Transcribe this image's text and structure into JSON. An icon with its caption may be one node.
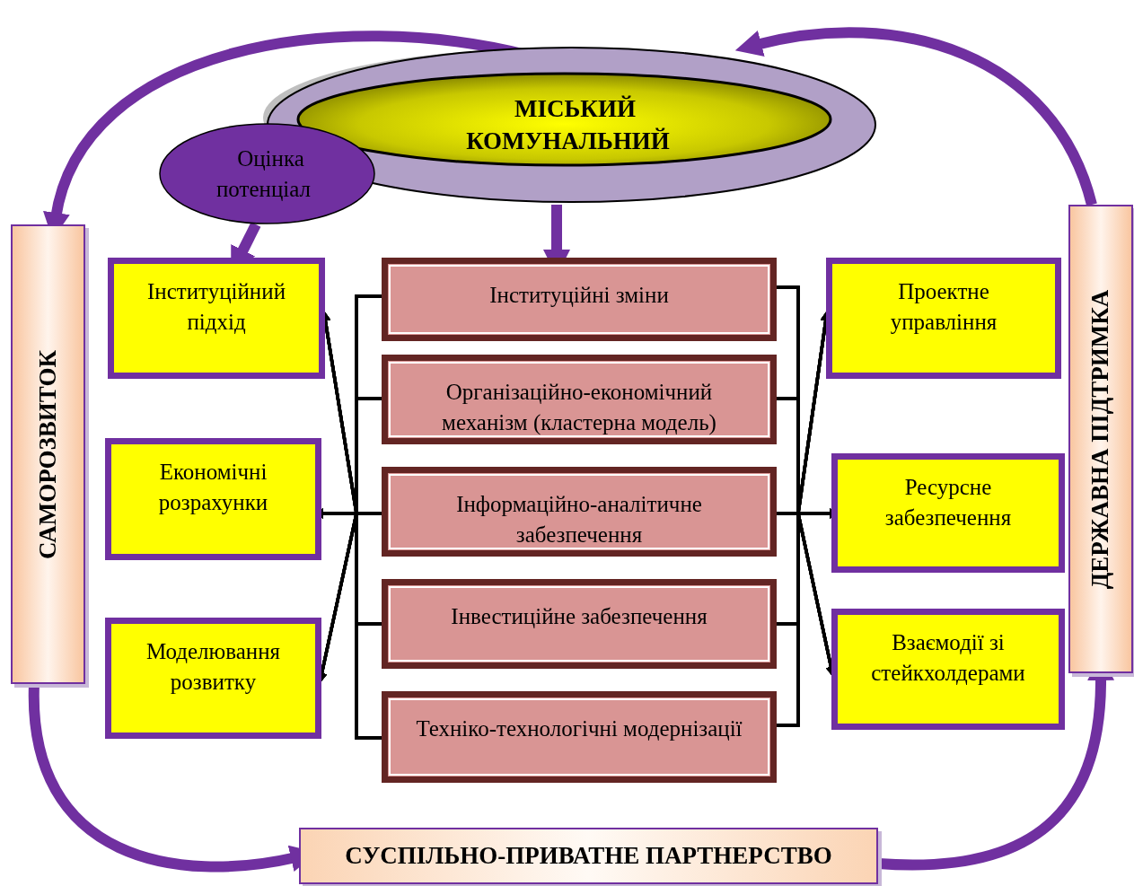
{
  "diagram": {
    "nodes": [
      {
        "text": [
          "МІСЬКИЙ КОМУНАЛЬНИЙ"
        ]
      },
      {
        "text": [
          "Оцінка потенціал"
        ]
      },
      {
        "text": [
          "САМОРОЗВИТОК"
        ]
      },
      {
        "text": [
          "ДЕРЖАВНА ПІДТРИМКА"
        ]
      },
      {
        "text": [
          "Інституційний підхід"
        ]
      },
      {
        "text": [
          "Економічні розрахунки"
        ]
      },
      {
        "text": [
          "Моделювання розвитку"
        ]
      },
      {
        "text": [
          "Інституційні зміни"
        ]
      },
      {
        "text": [
          "Організаційно-економічний механізм (кластерна модель)"
        ]
      },
      {
        "text": [
          "Інформаційно-аналітичне забезпечення"
        ]
      },
      {
        "text": [
          "Інвестиційне забезпечення"
        ]
      },
      {
        "text": [
          "Техніко-технологічні модернізації"
        ]
      },
      {
        "text": [
          "Проектне управління"
        ]
      },
      {
        "text": [
          "Ресурсне забезпечення"
        ]
      },
      {
        "text": [
          "Взаємодії зі стейкхолдерами"
        ]
      },
      {
        "text": [
          "СУСПІЛЬНО-ПРИВАТНЕ ПАРТНЕРСТВО"
        ]
      }
    ],
    "edges": [
      {
        "from": 1,
        "to": 4,
        "arrow": "to",
        "style": "thick",
        "color": "#7030a0"
      },
      {
        "from": 0,
        "to": 7,
        "arrow": "to",
        "style": "thick",
        "color": "#7030a0"
      },
      {
        "from": 0,
        "to": 2,
        "arrow": "to",
        "style": "thick",
        "color": "#7030a0"
      },
      {
        "from": 2,
        "to": 15,
        "arrow": "to",
        "style": "thick",
        "color": "#7030a0"
      },
      {
        "from": 15,
        "to": 3,
        "arrow": "to",
        "style": "thick",
        "color": "#7030a0"
      },
      {
        "from": 3,
        "to": 0,
        "arrow": "to",
        "style": "thick",
        "color": "#7030a0"
      },
      {
        "from": 7,
        "to": 4,
        "arrow": "to"
      },
      {
        "from": 8,
        "to": 4,
        "arrow": "to"
      },
      {
        "from": 9,
        "to": 4,
        "arrow": "to"
      },
      {
        "from": 10,
        "to": 4,
        "arrow": "to"
      },
      {
        "from": 11,
        "to": 4,
        "arrow": "to"
      },
      {
        "from": 7,
        "to": 5,
        "arrow": "to"
      },
      {
        "from": 8,
        "to": 5,
        "arrow": "to"
      },
      {
        "from": 9,
        "to": 5,
        "arrow": "to"
      },
      {
        "from": 10,
        "to": 5,
        "arrow": "to"
      },
      {
        "from": 11,
        "to": 5,
        "arrow": "to"
      },
      {
        "from": 7,
        "to": 6,
        "arrow": "to"
      },
      {
        "from": 8,
        "to": 6,
        "arrow": "to"
      },
      {
        "from": 9,
        "to": 6,
        "arrow": "to"
      },
      {
        "from": 10,
        "to": 6,
        "arrow": "to"
      },
      {
        "from": 11,
        "to": 6,
        "arrow": "to"
      },
      {
        "from": 7,
        "to": 12,
        "arrow": "to"
      },
      {
        "from": 8,
        "to": 12,
        "arrow": "to"
      },
      {
        "from": 9,
        "to": 12,
        "arrow": "to"
      },
      {
        "from": 10,
        "to": 12,
        "arrow": "to"
      },
      {
        "from": 11,
        "to": 12,
        "arrow": "to"
      },
      {
        "from": 7,
        "to": 13,
        "arrow": "to"
      },
      {
        "from": 8,
        "to": 13,
        "arrow": "to"
      },
      {
        "from": 9,
        "to": 13,
        "arrow": "to"
      },
      {
        "from": 10,
        "to": 13,
        "arrow": "to"
      },
      {
        "from": 11,
        "to": 13,
        "arrow": "to"
      },
      {
        "from": 7,
        "to": 14,
        "arrow": "to"
      },
      {
        "from": 8,
        "to": 14,
        "arrow": "to"
      },
      {
        "from": 9,
        "to": 14,
        "arrow": "to"
      },
      {
        "from": 10,
        "to": 14,
        "arrow": "to"
      },
      {
        "from": 11,
        "to": 14,
        "arrow": "to"
      }
    ]
  }
}
